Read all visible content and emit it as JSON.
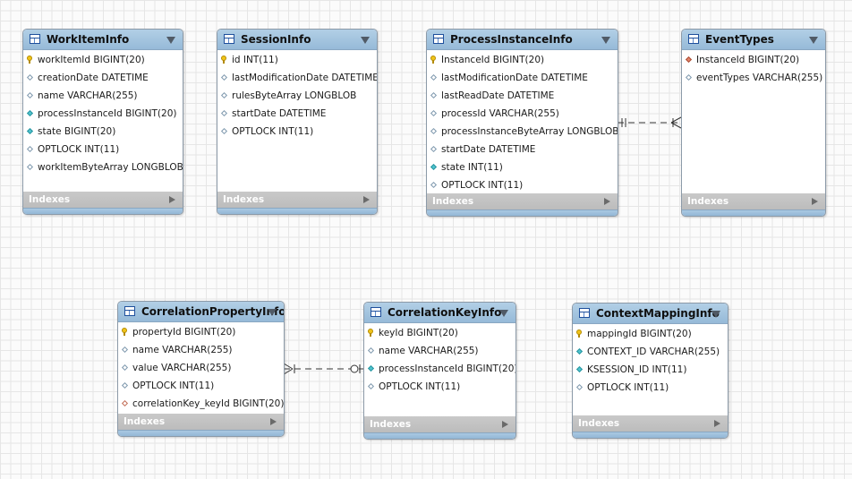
{
  "indexes_label": "Indexes",
  "entities": [
    {
      "id": "workiteminfo",
      "title": "WorkItemInfo",
      "columns": [
        {
          "icon": "key",
          "label": "workItemId BIGINT(20)"
        },
        {
          "icon": "outline",
          "label": "creationDate DATETIME"
        },
        {
          "icon": "outline",
          "label": "name VARCHAR(255)"
        },
        {
          "icon": "filled",
          "label": "processInstanceId BIGINT(20)"
        },
        {
          "icon": "filled",
          "label": "state BIGINT(20)"
        },
        {
          "icon": "outline",
          "label": "OPTLOCK INT(11)"
        },
        {
          "icon": "outline",
          "label": "workItemByteArray LONGBLOB"
        }
      ]
    },
    {
      "id": "sessioninfo",
      "title": "SessionInfo",
      "columns": [
        {
          "icon": "key",
          "label": "id INT(11)"
        },
        {
          "icon": "outline",
          "label": "lastModificationDate DATETIME"
        },
        {
          "icon": "outline",
          "label": "rulesByteArray LONGBLOB"
        },
        {
          "icon": "outline",
          "label": "startDate DATETIME"
        },
        {
          "icon": "outline",
          "label": "OPTLOCK INT(11)"
        }
      ]
    },
    {
      "id": "processinstanceinfo",
      "title": "ProcessInstanceInfo",
      "columns": [
        {
          "icon": "key",
          "label": "InstanceId BIGINT(20)"
        },
        {
          "icon": "outline",
          "label": "lastModificationDate DATETIME"
        },
        {
          "icon": "outline",
          "label": "lastReadDate DATETIME"
        },
        {
          "icon": "outline",
          "label": "processId VARCHAR(255)"
        },
        {
          "icon": "outline",
          "label": "processInstanceByteArray LONGBLOB"
        },
        {
          "icon": "outline",
          "label": "startDate DATETIME"
        },
        {
          "icon": "filled",
          "label": "state INT(11)"
        },
        {
          "icon": "outline",
          "label": "OPTLOCK INT(11)"
        }
      ]
    },
    {
      "id": "eventtypes",
      "title": "EventTypes",
      "columns": [
        {
          "icon": "red",
          "label": "InstanceId BIGINT(20)"
        },
        {
          "icon": "outline",
          "label": "eventTypes VARCHAR(255)"
        }
      ]
    },
    {
      "id": "correlationpropertyinfo",
      "title": "CorrelationPropertyInfo",
      "columns": [
        {
          "icon": "key",
          "label": "propertyId BIGINT(20)"
        },
        {
          "icon": "outline",
          "label": "name VARCHAR(255)"
        },
        {
          "icon": "outline",
          "label": "value VARCHAR(255)"
        },
        {
          "icon": "outline",
          "label": "OPTLOCK INT(11)"
        },
        {
          "icon": "red-outline",
          "label": "correlationKey_keyId BIGINT(20)"
        }
      ]
    },
    {
      "id": "correlationkeyinfo",
      "title": "CorrelationKeyInfo",
      "columns": [
        {
          "icon": "key",
          "label": "keyId BIGINT(20)"
        },
        {
          "icon": "outline",
          "label": "name VARCHAR(255)"
        },
        {
          "icon": "filled",
          "label": "processInstanceId BIGINT(20)"
        },
        {
          "icon": "outline",
          "label": "OPTLOCK INT(11)"
        }
      ]
    },
    {
      "id": "contextmappinginfo",
      "title": "ContextMappingInfo",
      "columns": [
        {
          "icon": "key",
          "label": "mappingId BIGINT(20)"
        },
        {
          "icon": "filled",
          "label": "CONTEXT_ID VARCHAR(255)"
        },
        {
          "icon": "filled",
          "label": "KSESSION_ID INT(11)"
        },
        {
          "icon": "outline",
          "label": "OPTLOCK INT(11)"
        }
      ]
    }
  ],
  "relationships": [
    {
      "from": "processinstanceinfo",
      "to": "eventtypes",
      "from_end": "one-mandatory",
      "to_end": "many"
    },
    {
      "from": "correlationpropertyinfo",
      "to": "correlationkeyinfo",
      "from_end": "many",
      "to_end": "one-optional"
    }
  ]
}
